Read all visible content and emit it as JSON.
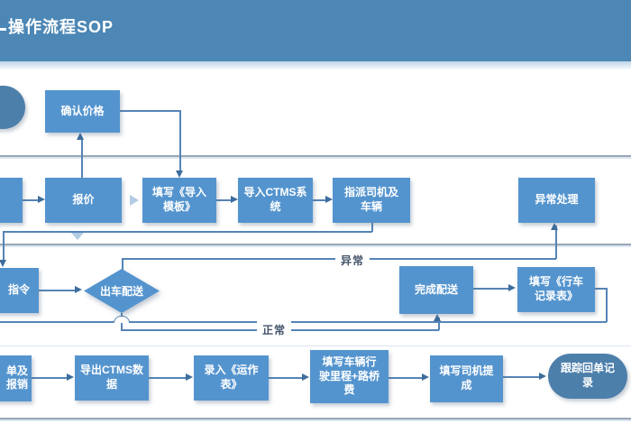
{
  "header": {
    "title": "操作流程SOP"
  },
  "nodes": {
    "start": {
      "label": ""
    },
    "confirm_price": {
      "label": "确认价格"
    },
    "row2_left": {
      "label": ""
    },
    "quote": {
      "label": "报价"
    },
    "fill_import_template": {
      "label": "填写《导入\n模板》"
    },
    "import_ctms": {
      "label": "导入CTMS系\n统"
    },
    "assign_driver": {
      "label": "指派司机及\n车辆"
    },
    "exception_handling": {
      "label": "异常处理"
    },
    "dispatch_order": {
      "label": "指令"
    },
    "dispatch_delivery": {
      "label": "出车配送"
    },
    "complete_delivery": {
      "label": "完成配送"
    },
    "fill_driving_record": {
      "label": "填写《行车\n记录表》"
    },
    "receipt_reimburse": {
      "label": "单及\n报销"
    },
    "export_ctms": {
      "label": "导出CTMS数\n据"
    },
    "enter_operation_table": {
      "label": "录入《运作\n表》"
    },
    "fill_mileage_toll": {
      "label": "填写车辆行\n驶里程+路桥\n费"
    },
    "fill_driver_commission": {
      "label": "填写司机提\n成"
    },
    "track_receipt": {
      "label": "跟踪回单记\n录"
    }
  },
  "edge_labels": {
    "abnormal": "异常",
    "normal": "正常"
  },
  "colors": {
    "header_bg": "#4c87b5",
    "process_fill": "#5494ce",
    "terminator_fill": "#4d7fab",
    "connector": "#5584b6",
    "lane_divider": "#98a7b5",
    "edge_label_text": "#44546a"
  }
}
